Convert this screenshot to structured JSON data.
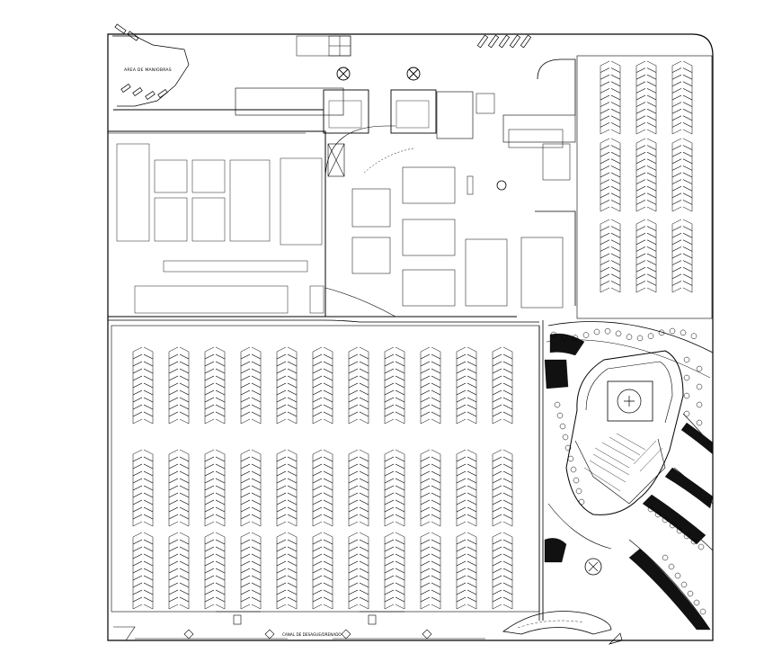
{
  "labels": {
    "maneuver_area": "AREA DE MANIOBRAS",
    "bottom_label": "CANAL DE DESAGUE/DRENADO"
  },
  "parking": {
    "south_blocks": {
      "columns": 11,
      "rows": 3,
      "stalls_per_side": 10
    },
    "east_blocks": {
      "columns": 3,
      "rows": 3,
      "stalls_per_side": 10
    }
  }
}
